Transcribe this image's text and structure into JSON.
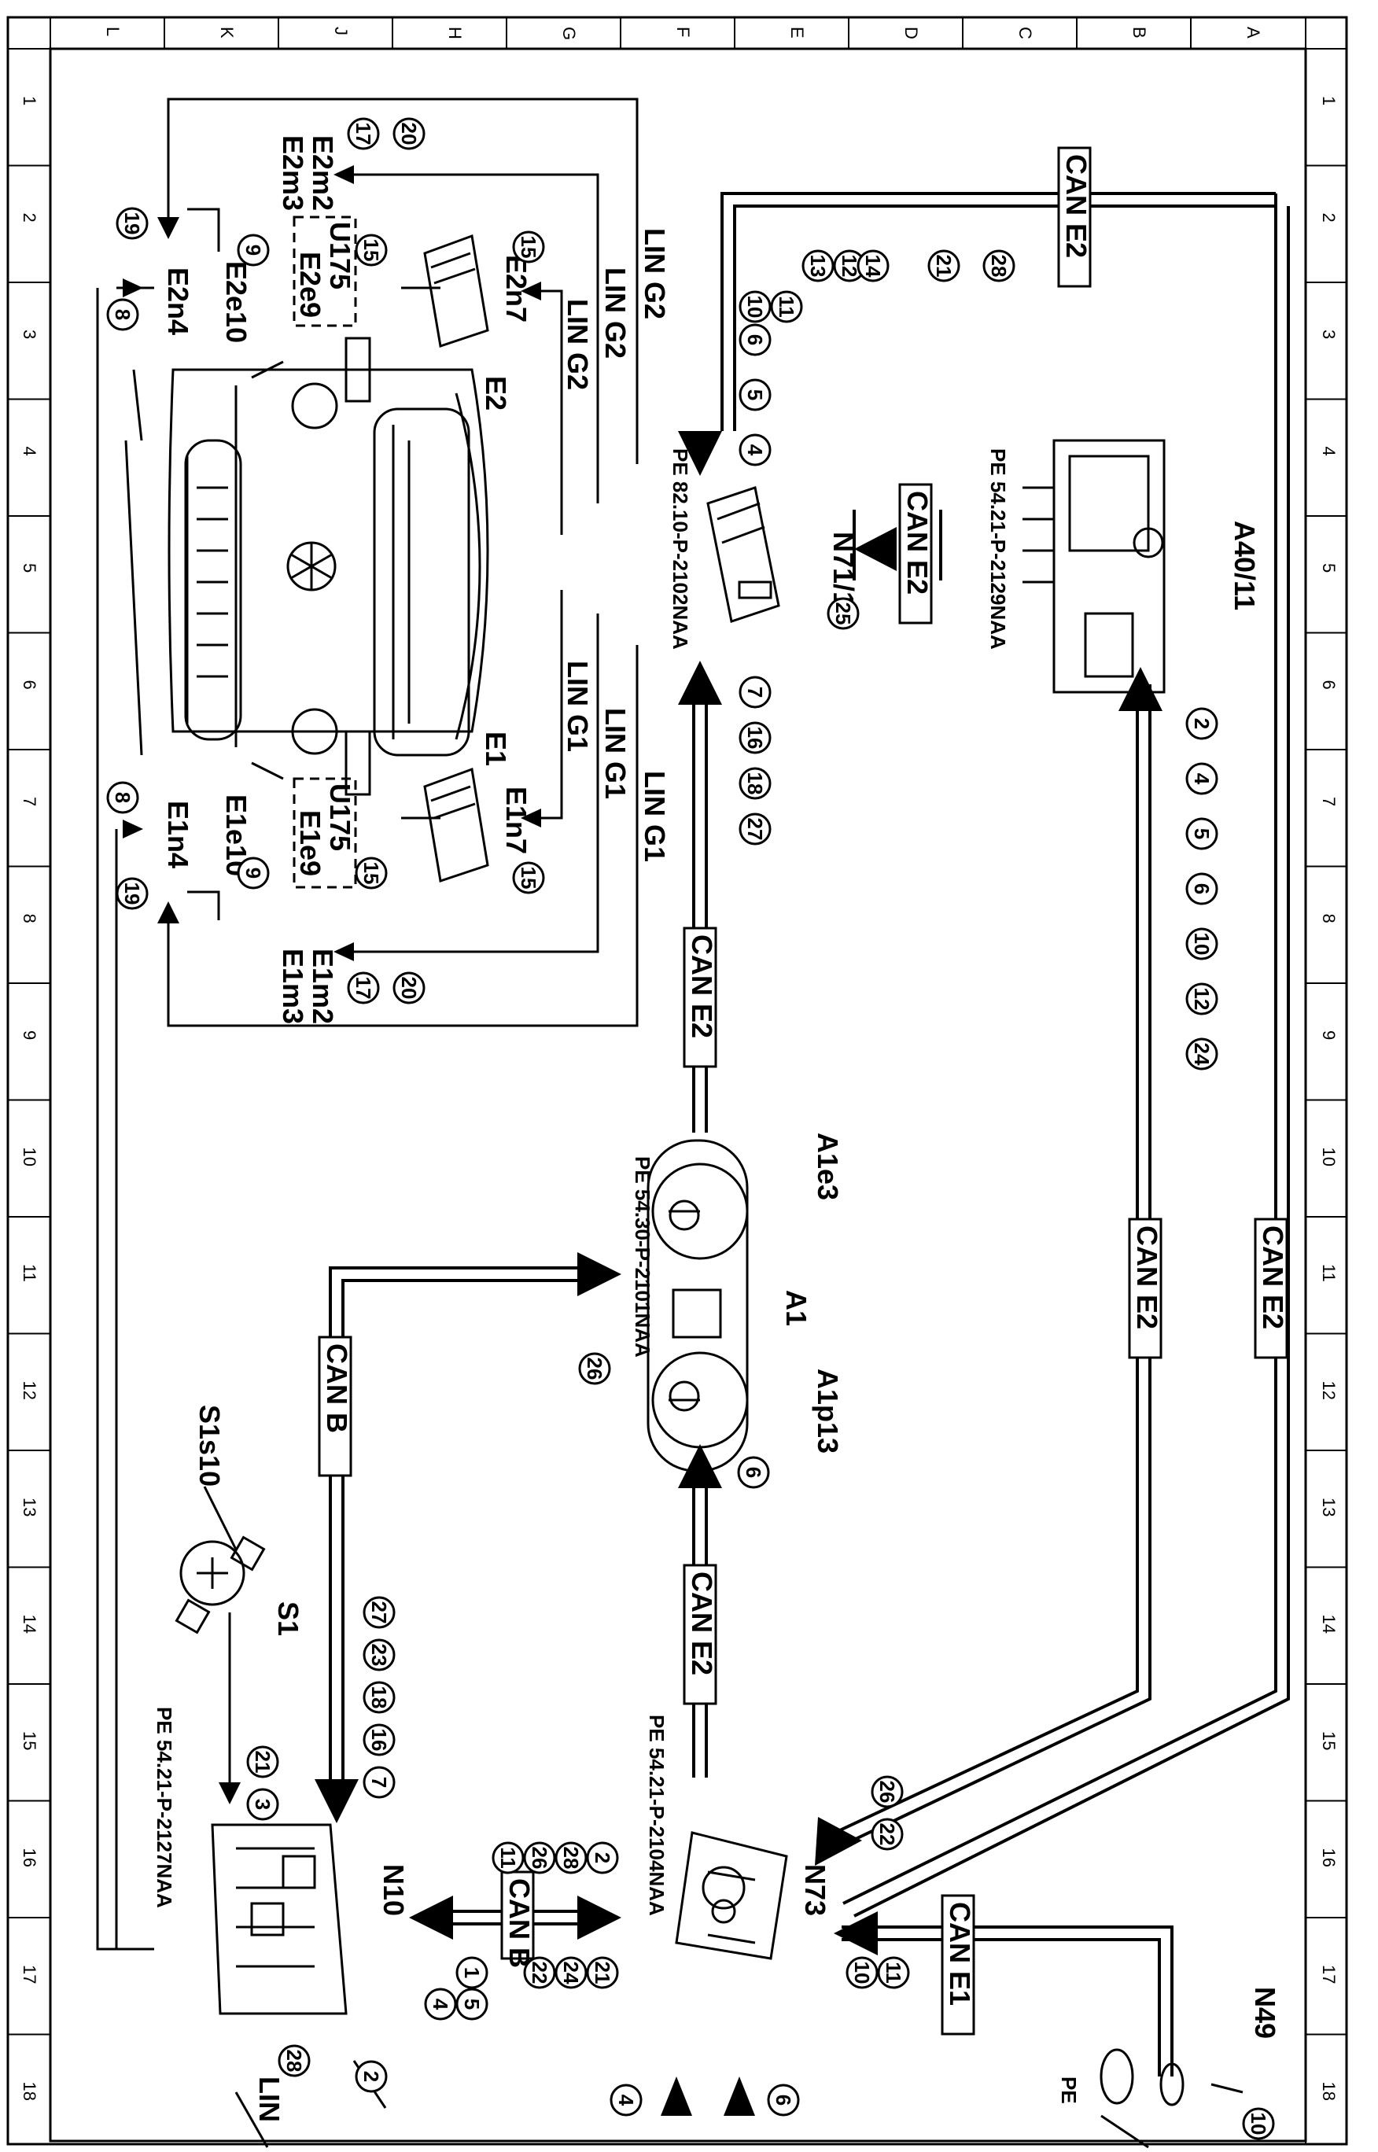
{
  "frame": {
    "rows": [
      "1",
      "2",
      "3",
      "4",
      "5",
      "6",
      "7",
      "8",
      "9",
      "10",
      "11",
      "12",
      "13",
      "14",
      "15",
      "16",
      "17",
      "18"
    ],
    "cols": [
      "L",
      "K",
      "J",
      "H",
      "G",
      "F",
      "E",
      "D",
      "C",
      "B",
      "A"
    ]
  },
  "components": [
    {
      "id": "A40_11",
      "label": "A40/11",
      "ref": "PE 54.21-P-2129NAA",
      "badges": [
        "2",
        "4",
        "5",
        "6",
        "10",
        "12",
        "24"
      ]
    },
    {
      "id": "N71_1",
      "label": "N71/1",
      "ref": "PE 82.10-P-2102NAA",
      "badge_top": "25",
      "badges_in": [
        "4",
        "5",
        "6",
        "10",
        "11",
        "12",
        "13",
        "14",
        "21",
        "28"
      ],
      "badges_low": [
        "7",
        "16",
        "18",
        "27"
      ]
    },
    {
      "id": "A1",
      "label": "A1",
      "ref": "PE 54.30-P-2101NAA",
      "sub1": "A1e3",
      "sub2": "A1p13",
      "badge": "26",
      "badge_b": "6"
    },
    {
      "id": "N73",
      "label": "N73",
      "ref": "PE 54.21-P-2104NAA",
      "badges": [
        "26",
        "22"
      ],
      "badges_e1": [
        "11",
        "10"
      ]
    },
    {
      "id": "N10",
      "label": "N10",
      "ref": "PE 54.21-P-2127NAA",
      "badges_b1": [
        "2",
        "28",
        "26",
        "11"
      ],
      "badges_b2": [
        "21",
        "24",
        "22",
        "1",
        "5",
        "4"
      ],
      "badges_s1": [
        "21",
        "3"
      ],
      "badges_canb": [
        "27",
        "23",
        "18",
        "16",
        "7"
      ]
    },
    {
      "id": "S1",
      "label": "S1",
      "sub": "S1s10"
    },
    {
      "id": "N49",
      "label": "N49",
      "badge": "10",
      "ref": "PE"
    },
    {
      "id": "E1",
      "label": "E1"
    },
    {
      "id": "E2",
      "label": "E2"
    }
  ],
  "bus_labels": {
    "can_e2": "CAN E2",
    "can_b": "CAN B",
    "can_e1": "CAN E1",
    "lin_g1": "LIN G1",
    "lin_g2": "LIN G2",
    "lin": "LIN"
  },
  "lamp_labels": {
    "e2m2": "E2m2",
    "e2m3": "E2m3",
    "e2n4": "E2n4",
    "e2e10": "E2e10",
    "e2n7": "E2n7",
    "u175_r": "U175",
    "e2e9": "E2e9",
    "e1m2": "E1m2",
    "e1m3": "E1m3",
    "e1n4": "E1n4",
    "e1e10": "E1e10",
    "e1n7": "E1n7",
    "u175_l": "U175",
    "e1e9": "E1e9"
  },
  "lamp_badges": {
    "e2m_a": "20",
    "e2m_b": "17",
    "e2n4_a": "19",
    "e2n4_b": "8",
    "e2e10": "9",
    "e2n7": "15",
    "u175r": "15",
    "e1m_a": "20",
    "e1m_b": "17",
    "e1n4_a": "19",
    "e1n4_b": "8",
    "e1e10": "9",
    "e1n7": "15",
    "u175l": "15"
  },
  "bottom_badges": [
    "4",
    "6",
    "28",
    "2"
  ]
}
